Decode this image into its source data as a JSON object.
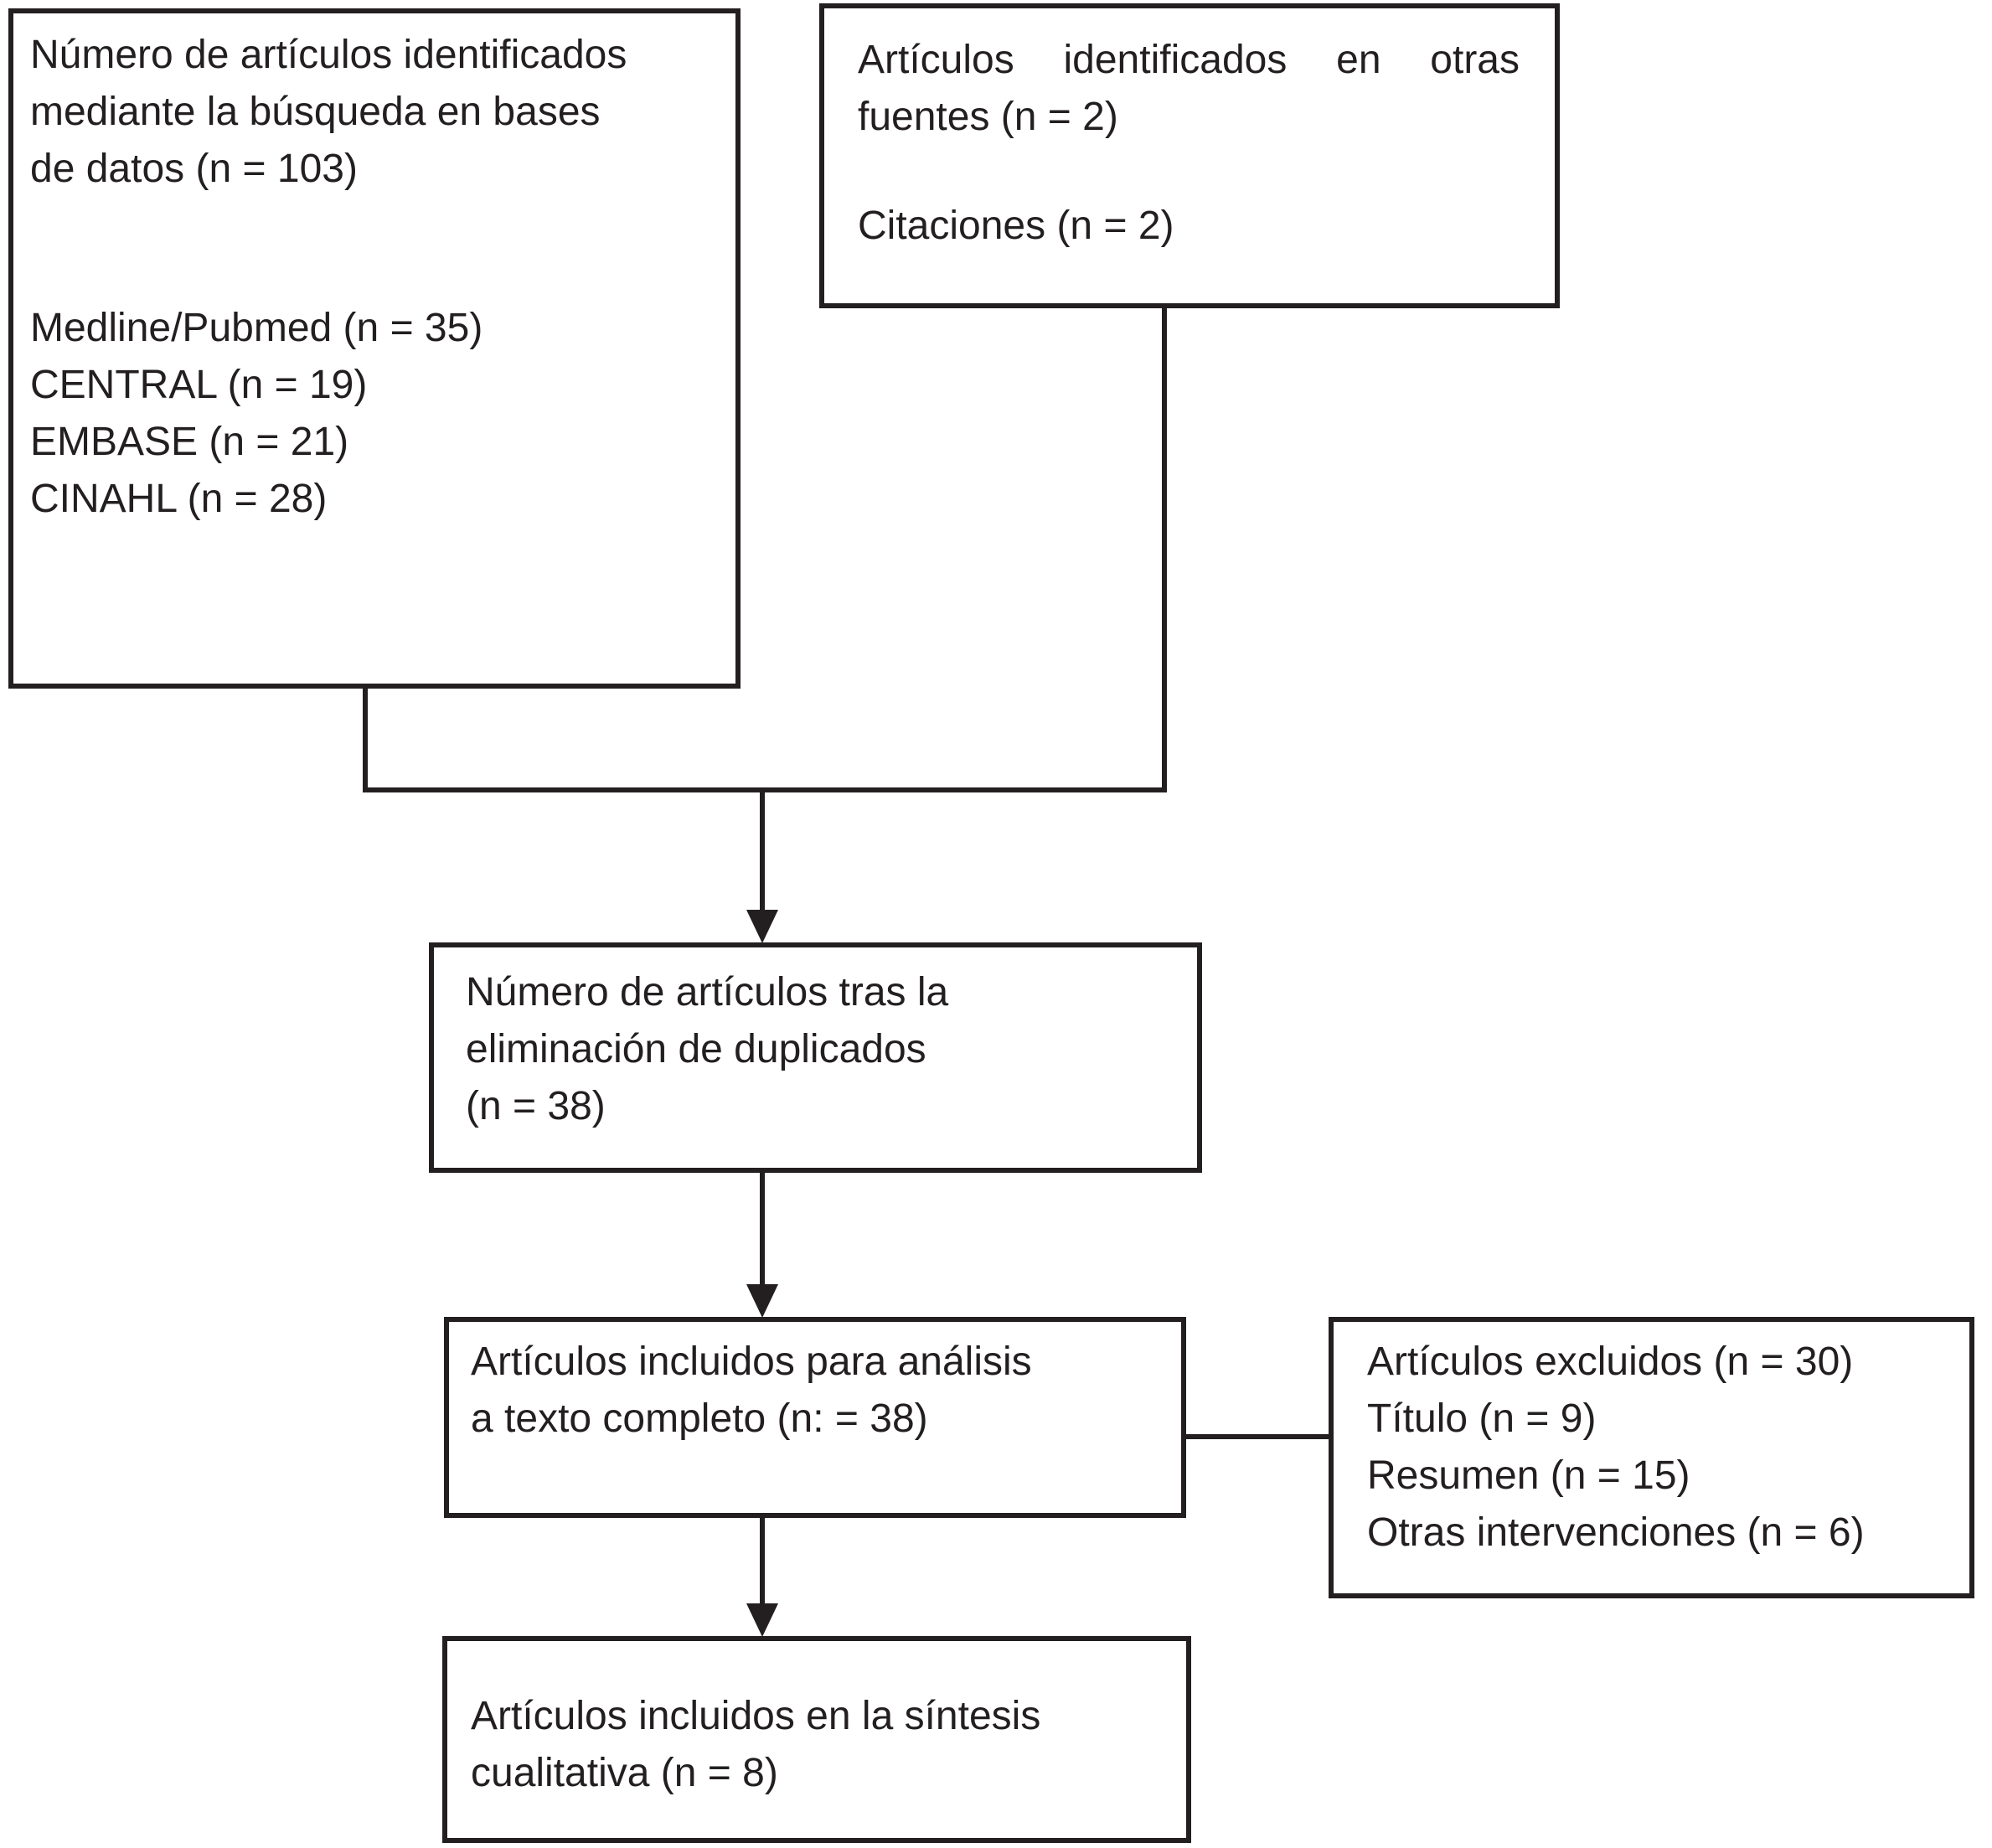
{
  "figure": {
    "type": "prisma-flow-diagram",
    "language": "es"
  },
  "colors": {
    "ink": "#231f20",
    "background": "#ffffff"
  },
  "boxes": {
    "identified_db": {
      "title_lines": [
        "Número de artículos identificados",
        "mediante la búsqueda en bases",
        "de datos (n = 103)"
      ],
      "sources": [
        "Medline/Pubmed (n = 35)",
        "CENTRAL (n = 19)",
        "EMBASE (n = 21)",
        "CINAHL (n = 28)"
      ]
    },
    "identified_other": {
      "title_lines": [
        "Artículos identificados en otras",
        "fuentes (n = 2)"
      ],
      "citations": "Citaciones (n = 2)"
    },
    "deduplicated": {
      "lines": [
        "Número de artículos tras la",
        "eliminación de duplicados",
        "(n = 38)"
      ]
    },
    "fulltext": {
      "lines": [
        "Artículos incluidos para análisis",
        "a texto completo (n: = 38)"
      ]
    },
    "excluded": {
      "lines": [
        "Artículos excluidos (n = 30)",
        "Título (n = 9)",
        "Resumen (n = 15)",
        "Otras intervenciones (n = 6)"
      ]
    },
    "synthesis": {
      "lines": [
        "Artículos incluidos en la síntesis",
        "cualitativa (n = 8)"
      ]
    }
  }
}
